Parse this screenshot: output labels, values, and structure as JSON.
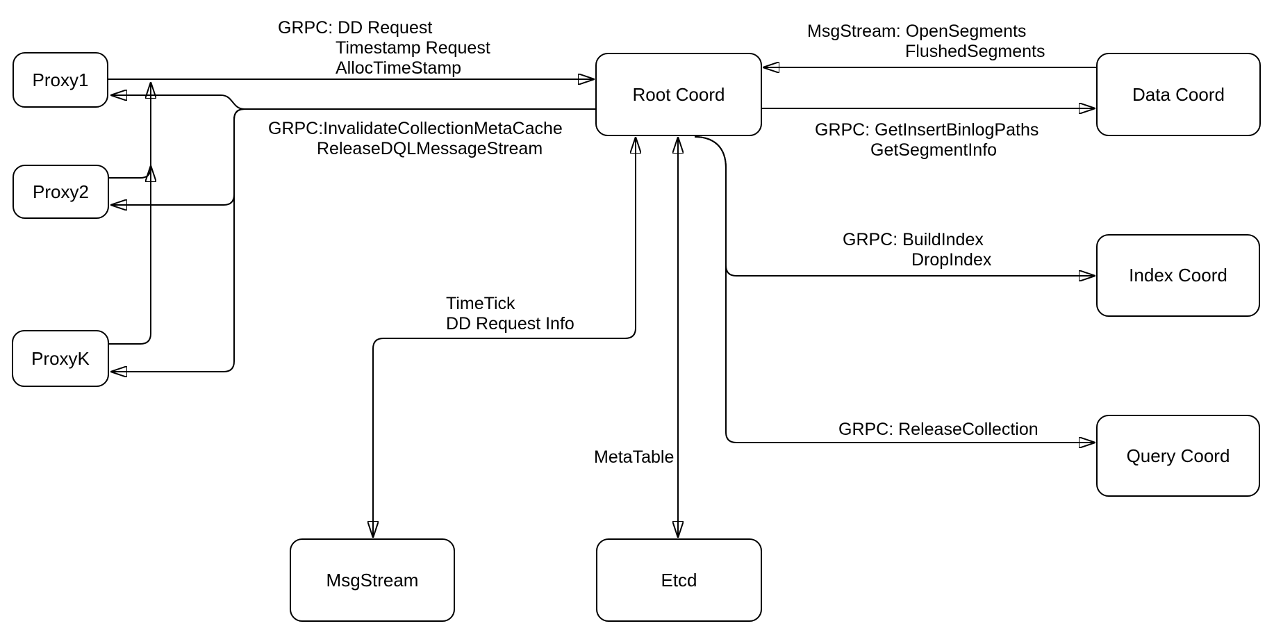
{
  "colors": {
    "background": "#ffffff",
    "stroke": "#000000",
    "text": "#000000"
  },
  "nodes": {
    "proxy1": "Proxy1",
    "proxy2": "Proxy2",
    "proxyk": "ProxyK",
    "root_coord": "Root Coord",
    "data_coord": "Data Coord",
    "index_coord": "Index Coord",
    "query_coord": "Query Coord",
    "msgstream": "MsgStream",
    "etcd": "Etcd"
  },
  "edge_labels": {
    "dd_request": {
      "lines": [
        "GRPC: DD Request",
        "Timestamp Request",
        "AllocTimeStamp"
      ]
    },
    "invalidate": {
      "lines": [
        "GRPC:InvalidateCollectionMetaCache",
        "ReleaseDQLMessageStream"
      ]
    },
    "open_segments": {
      "lines": [
        "MsgStream: OpenSegments",
        "FlushedSegments"
      ]
    },
    "get_insert": {
      "lines": [
        "GRPC: GetInsertBinlogPaths",
        "GetSegmentInfo"
      ]
    },
    "build_index": {
      "lines": [
        "GRPC: BuildIndex",
        "DropIndex"
      ]
    },
    "release_collection": {
      "lines": [
        "GRPC: ReleaseCollection"
      ]
    },
    "time_tick": {
      "lines": [
        "TimeTick",
        "DD Request Info"
      ]
    },
    "meta_table": {
      "lines": [
        "MetaTable"
      ]
    }
  }
}
